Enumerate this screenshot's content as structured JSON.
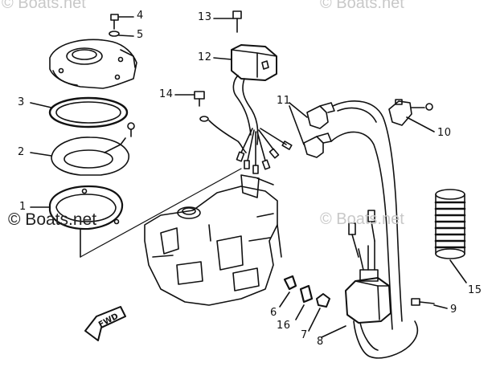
{
  "watermarks": {
    "top_left": "© Boats.net",
    "top_right": "© Boats.net",
    "mid_left": "© Boats.net",
    "mid_right": "© Boats.net"
  },
  "parts": {
    "p1": "1",
    "p2": "2",
    "p3": "3",
    "p4": "4",
    "p5": "5",
    "p6": "6",
    "p7": "7",
    "p8": "8",
    "p9": "9",
    "p10": "10",
    "p11": "11",
    "p12": "12",
    "p13": "13",
    "p14": "14",
    "p15": "15",
    "p16": "16"
  },
  "fwd_label": "FWD"
}
